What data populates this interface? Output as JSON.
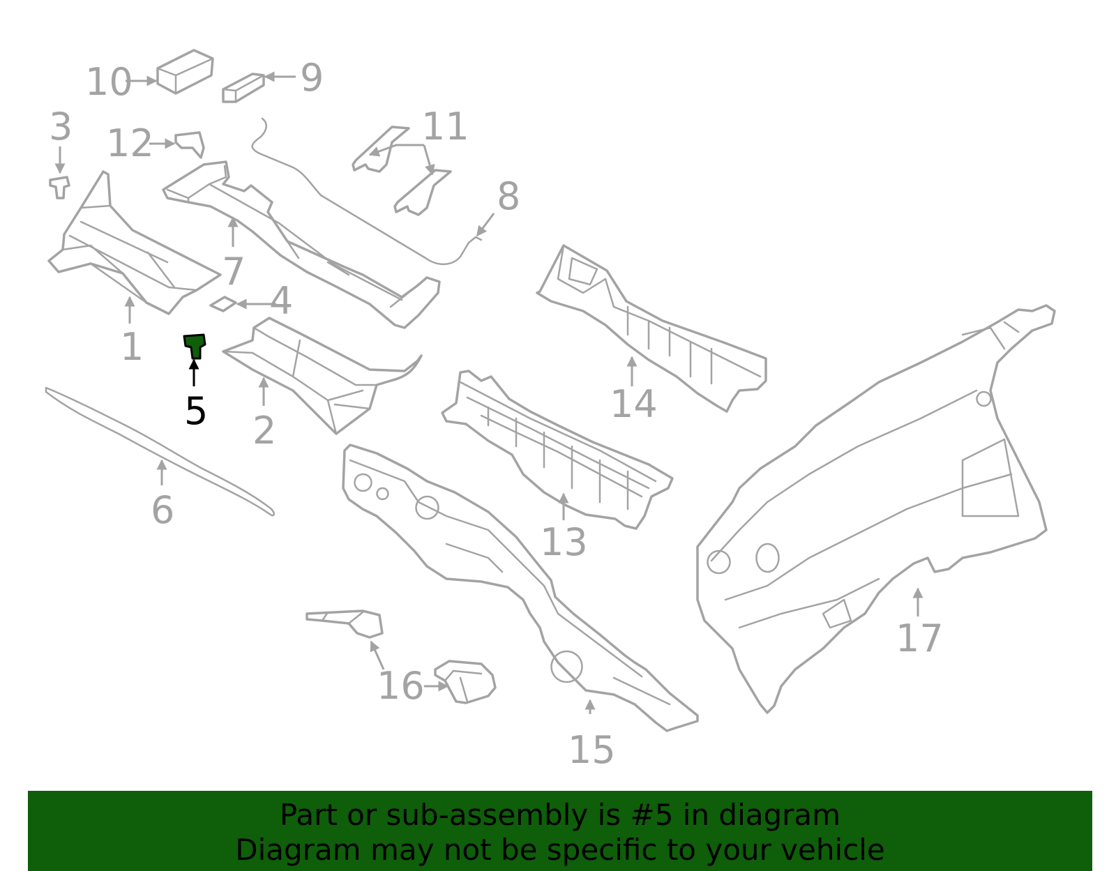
{
  "diagram": {
    "highlighted_part": "5",
    "callouts": {
      "c1": "1",
      "c2": "2",
      "c3": "3",
      "c4": "4",
      "c5": "5",
      "c6": "6",
      "c7": "7",
      "c8": "8",
      "c9": "9",
      "c10": "10",
      "c11": "11",
      "c12": "12",
      "c13": "13",
      "c14": "14",
      "c15": "15",
      "c16": "16",
      "c17": "17"
    },
    "colors": {
      "highlight": "#0f5e0a",
      "part_stroke": "#a3a3a3",
      "callout": "#a3a3a3",
      "active_callout": "#000000"
    }
  },
  "banner": {
    "line1": "Part or sub-assembly is #5 in diagram",
    "line2": "Diagram may not be specific to your vehicle"
  }
}
